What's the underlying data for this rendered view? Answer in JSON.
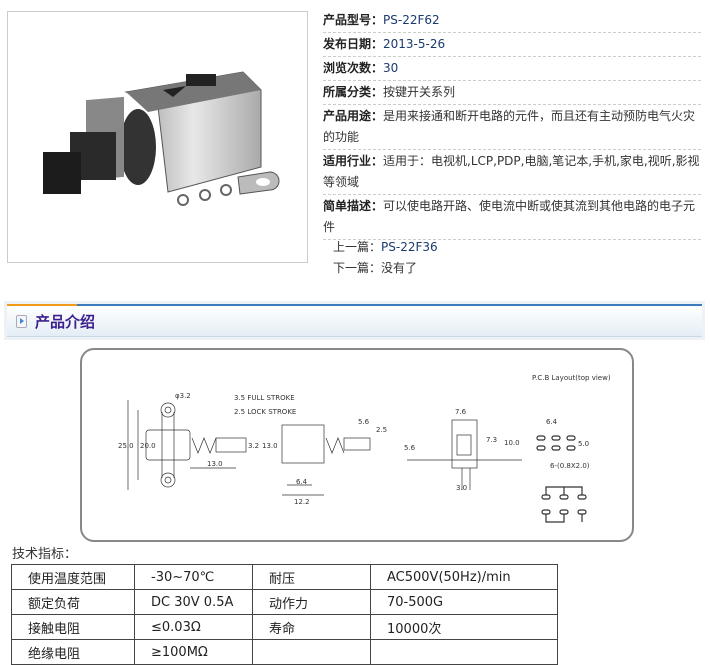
{
  "info": [
    {
      "label": "产品型号：",
      "value": "PS-22F62"
    },
    {
      "label": "发布日期：",
      "value": "2013-5-26"
    },
    {
      "label": "浏览次数：",
      "value": "30"
    },
    {
      "label": "所属分类：",
      "value": "按键开关系列"
    },
    {
      "label": "产品用途：",
      "value": "是用来接通和断开电路的元件，而且还有主动预防电气火灾的功能"
    },
    {
      "label": "适用行业：",
      "value": "适用于：电视机,LCP,PDP,电脑,笔记本,手机,家电,视听,影视等领域"
    },
    {
      "label": "简单描述：",
      "value": "可以使电路开路、使电流中断或使其流到其他电路的电子元件"
    }
  ],
  "nav": {
    "prev_label": "上一篇：",
    "prev_value": "PS-22F36",
    "next_label": "下一篇：",
    "next_value": "没有了"
  },
  "section_title": "产品介绍",
  "diagram": {
    "pcb_title": "P.C.B Layout(top  view)",
    "full_stroke": "3.5 FULL STROKE",
    "lock_stroke": "2.5 LOCK STROKE",
    "dims": [
      "φ3.2",
      "25.0",
      "20.0",
      "3.2",
      "13.0",
      "5.6",
      "2.5",
      "13.0",
      "6.4",
      "12.2",
      "7.6",
      "5.6",
      "7.3",
      "10.0",
      "3.0",
      "6.4",
      "5.0",
      "6-(0.8X2.0)"
    ]
  },
  "specs_title": "技术指标：",
  "specs": [
    [
      "使用温度范围",
      "-30~70℃",
      "耐压",
      "AC500V(50Hz)/min"
    ],
    [
      "额定负荷",
      "DC 30V 0.5A",
      "动作力",
      "70-500G"
    ],
    [
      "接触电阻",
      "≤0.03Ω",
      "寿命",
      "10000次"
    ],
    [
      "绝缘电阻",
      "≥100MΩ",
      "",
      ""
    ]
  ]
}
